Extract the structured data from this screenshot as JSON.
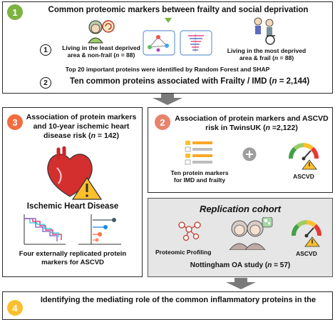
{
  "colors": {
    "green": "#7cb342",
    "orange": "#f26c3f",
    "salmon": "#e9826b",
    "border": "#2b2b2b",
    "gray_panel": "#e6e6e6",
    "arrow_gray": "#7a7a7a"
  },
  "panel1": {
    "badge": "1",
    "title": "Common proteomic markers between frailty and social deprivation",
    "step1_num": "1",
    "left_group_1": "Living in the least deprived",
    "left_group_2": "area & non-frail (",
    "left_group_n": "n",
    "left_group_3": " = 88)",
    "right_group_1": "Living in the most deprived",
    "right_group_2": "area & frail (",
    "right_group_n": "n",
    "right_group_3": " = 88)",
    "top20": "Top 20 important proteins were identified by Random Forest and SHAP",
    "step2_num": "2",
    "result_1": "Ten common proteins associated with Frailty / IMD (",
    "result_n": "n",
    "result_2": " = 2,144)",
    "icons": [
      "elderly-woman-icon",
      "network-icon",
      "shap-plot-icon",
      "wheelchair-person-icon"
    ]
  },
  "panel3": {
    "badge": "3",
    "title_1": "Association of protein markers",
    "title_2": "and 10-year ischemic heart",
    "title_3": "disease risk (",
    "title_n": "n",
    "title_4": " = 142)",
    "heart_label": "Ischemic Heart Disease",
    "footer_1": "Four externally replicated protein",
    "footer_2": "markers for ASCVD",
    "icons": [
      "heart-warning-icon",
      "survival-curve-icon",
      "forest-plot-icon"
    ]
  },
  "panel2": {
    "badge": "2",
    "title_1": "Association of protein markers and ASCVD",
    "title_2": "risk in TwinsUK (",
    "title_n": "n",
    "title_3": " =2,122)",
    "markers_1": "Ten protein markers",
    "markers_2": "for IMD and frailty",
    "ascvd": "ASCVD",
    "icons": [
      "list-icon",
      "plus-icon",
      "gauge-icon"
    ]
  },
  "replication": {
    "title": "Replication cohort",
    "profiling": "Proteomic Profiling",
    "ascvd": "ASCVD",
    "study_1": "Nottingham OA study (",
    "study_n": "n",
    "study_2": " = 57)",
    "icons": [
      "molecule-icon",
      "twins-icon",
      "gauge-icon"
    ]
  },
  "panel4": {
    "badge": "4",
    "title": "Identifying the mediating role of the common inflammatory proteins in the"
  }
}
